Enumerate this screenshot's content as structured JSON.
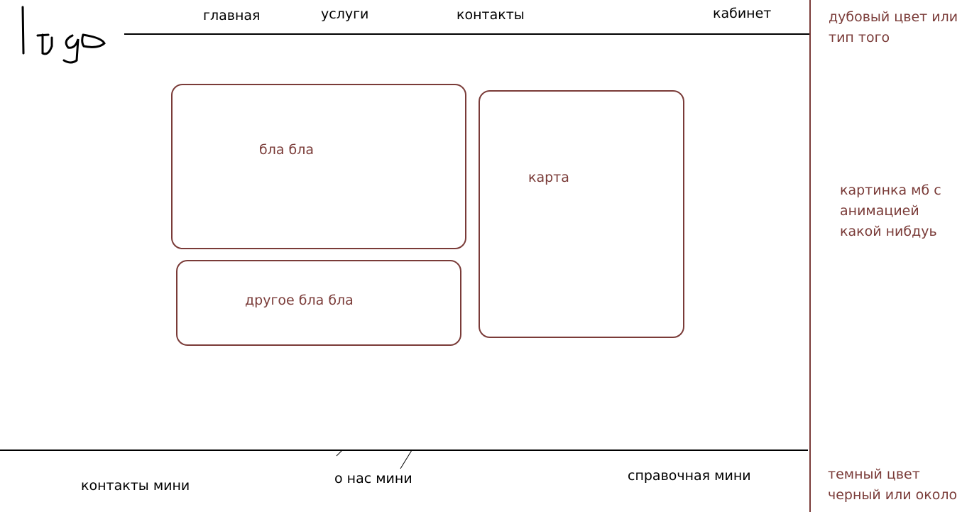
{
  "header": {
    "nav": [
      {
        "label": "главная"
      },
      {
        "label": "услуги"
      },
      {
        "label": "контакты"
      },
      {
        "label": "кабинет"
      }
    ]
  },
  "main": {
    "box1_label": "бла бла",
    "box2_label": "другое бла бла",
    "map_label": "карта"
  },
  "sidebar_notes": {
    "top": [
      "дубовый цвет или",
      "тип того"
    ],
    "middle": [
      "картинка мб с",
      "анимацией",
      "какой нибдуь"
    ],
    "bottom": [
      "темный цвет",
      "черный или около"
    ]
  },
  "footer": {
    "items": [
      {
        "label": "контакты мини"
      },
      {
        "label": "о нас мини"
      },
      {
        "label": "справочная мини"
      }
    ]
  },
  "colors": {
    "accent": "#7a3b38",
    "line": "#000000",
    "background": "#ffffff"
  }
}
